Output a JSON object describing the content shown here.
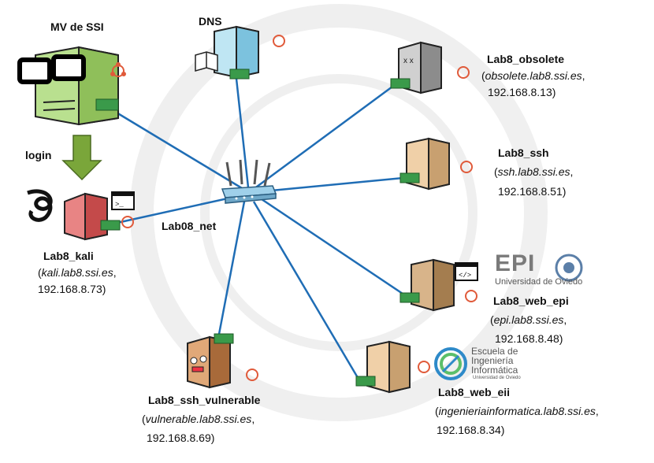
{
  "nodes": {
    "mv_ssi": {
      "name": "MV de SSI"
    },
    "dns": {
      "name": "DNS"
    },
    "login": {
      "label": "login"
    },
    "kali": {
      "name": "Lab8_kali",
      "host": "kali.lab8.ssi.es",
      "ip": "192.168.8.73"
    },
    "obsolete": {
      "name": "Lab8_obsolete",
      "host": "obsolete.lab8.ssi.es",
      "ip": "192.168.8.13"
    },
    "ssh": {
      "name": "Lab8_ssh",
      "host": "ssh.lab8.ssi.es",
      "ip": "192.168.8.51"
    },
    "web_epi": {
      "name": "Lab8_web_epi",
      "host": "epi.lab8.ssi.es",
      "ip": "192.168.8.48"
    },
    "web_eii": {
      "name": "Lab8_web_eii",
      "host": "ingenieriainformatica.lab8.ssi.es",
      "ip": "192.168.8.34"
    },
    "ssh_vulnerable": {
      "name": "Lab8_ssh_vulnerable",
      "host": "vulnerable.lab8.ssi.es",
      "ip": "192.168.8.69"
    }
  },
  "network": {
    "name": "Lab08_net"
  },
  "logos": {
    "epi": {
      "letters": "EPI",
      "subtitle": "Universidad de Oviedo"
    },
    "eii": {
      "line1": "Escuela de",
      "line2": "Ingeniería",
      "line3": "Informática",
      "line4": "Universidad de Oviedo"
    }
  },
  "colors": {
    "link": "#1f6db5",
    "kali": "#d9534f",
    "mv": "#a8d47a",
    "dns": "#8ecfe6",
    "obsolete": "#9a9a9a",
    "server": "#d8b48a",
    "vulnerable": "#c98a5a",
    "arrow": "#7aa63a",
    "ubuntu": "#e05a3a"
  }
}
